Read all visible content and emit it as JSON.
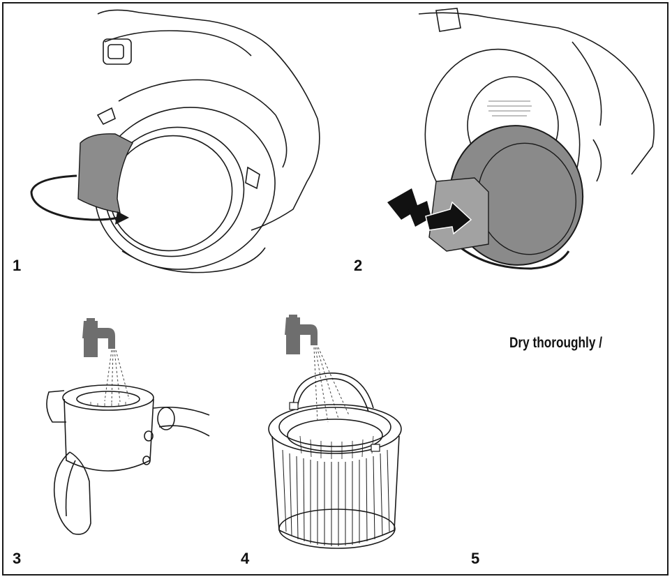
{
  "steps": [
    {
      "number": "1"
    },
    {
      "number": "2"
    },
    {
      "number": "3"
    },
    {
      "number": "4"
    },
    {
      "number": "5",
      "caption": "Dry thoroughly /"
    }
  ],
  "colors": {
    "line": "#1a1a1a",
    "filter_grey": "#8c8c8c",
    "cover_grey": "#8a8a8a",
    "arrow_black": "#111111",
    "tap_grey": "#6e6e6e"
  }
}
